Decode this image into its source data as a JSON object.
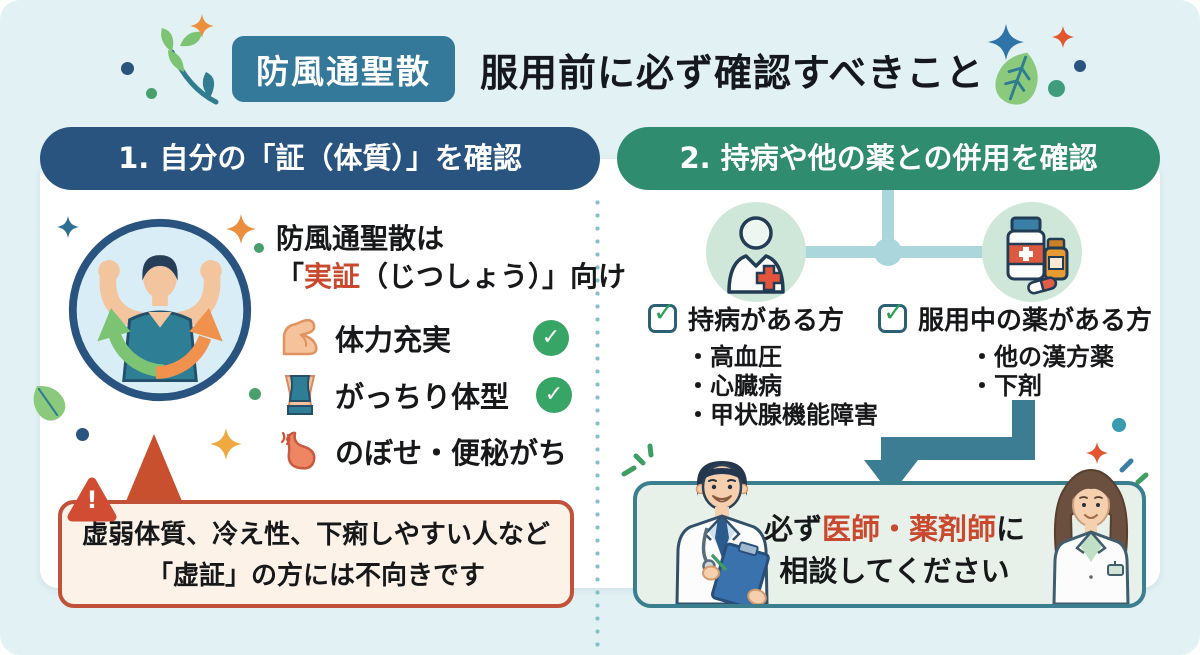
{
  "header": {
    "badge": "防風通聖散",
    "title": "服用前に必ず確認すべきこと"
  },
  "glyphs": {
    "check": "✓",
    "warning_mark": "!"
  },
  "left_panel": {
    "header": "1. 自分の「証（体質）」を確認",
    "intro_line1": "防風通聖散は",
    "intro_open": "「",
    "intro_red": "実証",
    "intro_rest": "（じつしょう）」向け",
    "items": [
      {
        "label": "体力充実",
        "checked": true
      },
      {
        "label": "がっちり体型",
        "checked": true
      },
      {
        "label": "のぼせ・便秘がち",
        "checked": false
      }
    ],
    "warning": {
      "line1": "虚弱体質、冷え性、下痢しやすい人など",
      "line2": "「虚証」の方には不向きです"
    }
  },
  "right_panel": {
    "header": "2. 持病や他の薬との併用を確認",
    "groups": [
      {
        "title": "持病がある方",
        "items": [
          "・高血圧",
          "・心臓病",
          "・甲状腺機能障害"
        ]
      },
      {
        "title": "服用中の薬がある方",
        "items": [
          "・他の漢方薬",
          "・下剤"
        ]
      }
    ],
    "consult": {
      "pre": "必ず",
      "red": "医師・薬剤師",
      "post": "に",
      "line2": "相談してください"
    }
  },
  "colors": {
    "background": "#e2f1f4",
    "badge_bg": "#34789a",
    "left_header_bg": "#2a5480",
    "right_header_bg": "#2f8c6e",
    "accent_red": "#c9492e",
    "check_green": "#36a565",
    "warning_bg": "#fcf2e8",
    "warning_border": "#c2513a",
    "consult_bg": "#e7f1ea",
    "consult_border": "#3b7f8f"
  }
}
